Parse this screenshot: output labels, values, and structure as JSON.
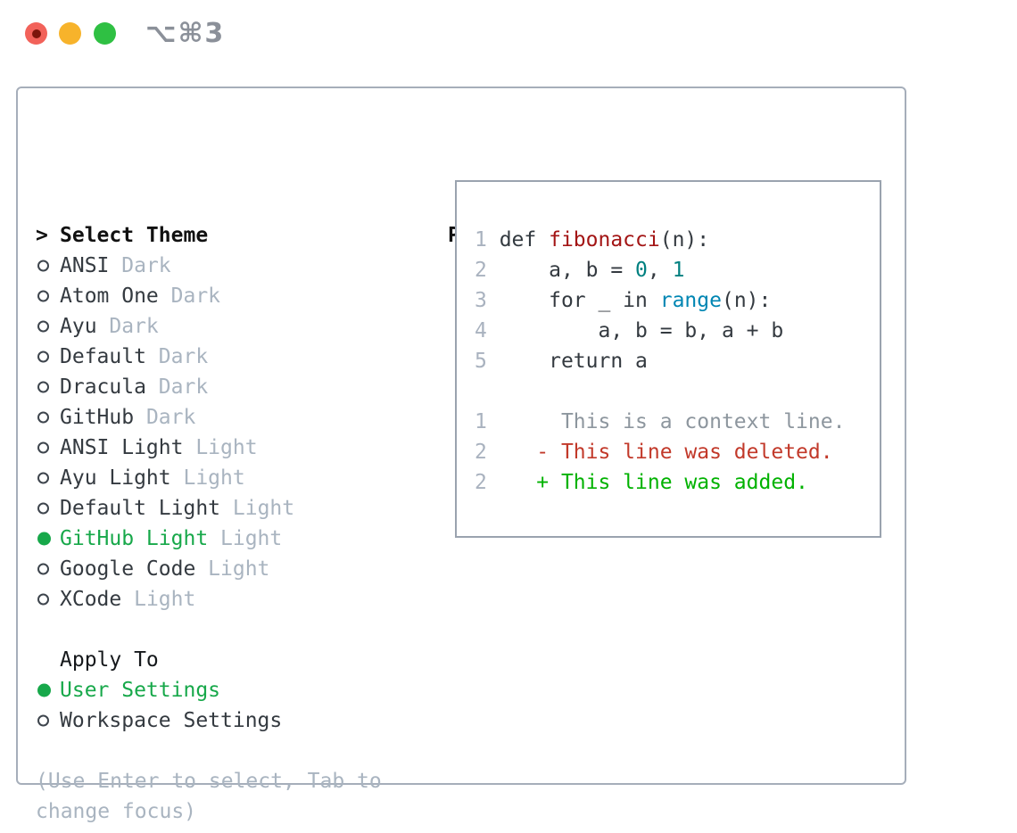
{
  "window": {
    "shortcut_label": "⌥⌘3",
    "traffic_lights": [
      {
        "name": "close-button",
        "color": "#f2625a"
      },
      {
        "name": "minimize-button",
        "color": "#f7b32b"
      },
      {
        "name": "zoom-button",
        "color": "#2fc043"
      }
    ]
  },
  "colors": {
    "selected_green": "#17a84a",
    "muted_gray": "#a9b4c0",
    "text_dark": "#343a40",
    "panel_border": "#a6aeba",
    "code_title_red": "#a31515",
    "code_number_teal": "#008080",
    "code_builtin_blue": "#0086b3",
    "diff_context_gray": "#8d969e",
    "diff_deleted_red": "#c2392a",
    "diff_added_green": "#00b200"
  },
  "theme_panel": {
    "header": {
      "cursor": ">",
      "label": "Select Theme"
    },
    "items": [
      {
        "name": "ANSI",
        "variant": "Dark",
        "selected": false
      },
      {
        "name": "Atom One",
        "variant": "Dark",
        "selected": false
      },
      {
        "name": "Ayu",
        "variant": "Dark",
        "selected": false
      },
      {
        "name": "Default",
        "variant": "Dark",
        "selected": false
      },
      {
        "name": "Dracula",
        "variant": "Dark",
        "selected": false
      },
      {
        "name": "GitHub",
        "variant": "Dark",
        "selected": false
      },
      {
        "name": "ANSI Light",
        "variant": "Light",
        "selected": false
      },
      {
        "name": "Ayu Light",
        "variant": "Light",
        "selected": false
      },
      {
        "name": "Default Light",
        "variant": "Light",
        "selected": false
      },
      {
        "name": "GitHub Light",
        "variant": "Light",
        "selected": true
      },
      {
        "name": "Google Code",
        "variant": "Light",
        "selected": false
      },
      {
        "name": "XCode",
        "variant": "Light",
        "selected": false
      }
    ],
    "apply_to": {
      "label": "Apply To",
      "options": [
        {
          "name": "User Settings",
          "selected": true
        },
        {
          "name": "Workspace Settings",
          "selected": false
        }
      ]
    },
    "help_lines": [
      "(Use Enter to select, Tab to",
      "change focus)"
    ]
  },
  "preview": {
    "label": "Preview",
    "lines": [
      [
        {
          "t": "1 ",
          "c": "num"
        },
        {
          "t": "def ",
          "c": "keyword"
        },
        {
          "t": "fibonacci",
          "c": "title"
        },
        {
          "t": "(n):",
          "c": "plain"
        }
      ],
      [
        {
          "t": "2 ",
          "c": "num"
        },
        {
          "t": "    a, b = ",
          "c": "plain"
        },
        {
          "t": "0",
          "c": "number"
        },
        {
          "t": ", ",
          "c": "plain"
        },
        {
          "t": "1",
          "c": "number"
        }
      ],
      [
        {
          "t": "3 ",
          "c": "num"
        },
        {
          "t": "    for _ in ",
          "c": "plain"
        },
        {
          "t": "range",
          "c": "builtin"
        },
        {
          "t": "(n):",
          "c": "plain"
        }
      ],
      [
        {
          "t": "4 ",
          "c": "num"
        },
        {
          "t": "        a, b = b, a + b",
          "c": "plain"
        }
      ],
      [
        {
          "t": "5 ",
          "c": "num"
        },
        {
          "t": "    return a",
          "c": "plain"
        }
      ],
      [],
      [
        {
          "t": "1 ",
          "c": "num"
        },
        {
          "t": "     This is a context line.",
          "c": "context"
        }
      ],
      [
        {
          "t": "2 ",
          "c": "num"
        },
        {
          "t": "   - This line was deleted.",
          "c": "deleted"
        }
      ],
      [
        {
          "t": "2 ",
          "c": "num"
        },
        {
          "t": "   + This line was added.",
          "c": "added"
        }
      ]
    ]
  }
}
